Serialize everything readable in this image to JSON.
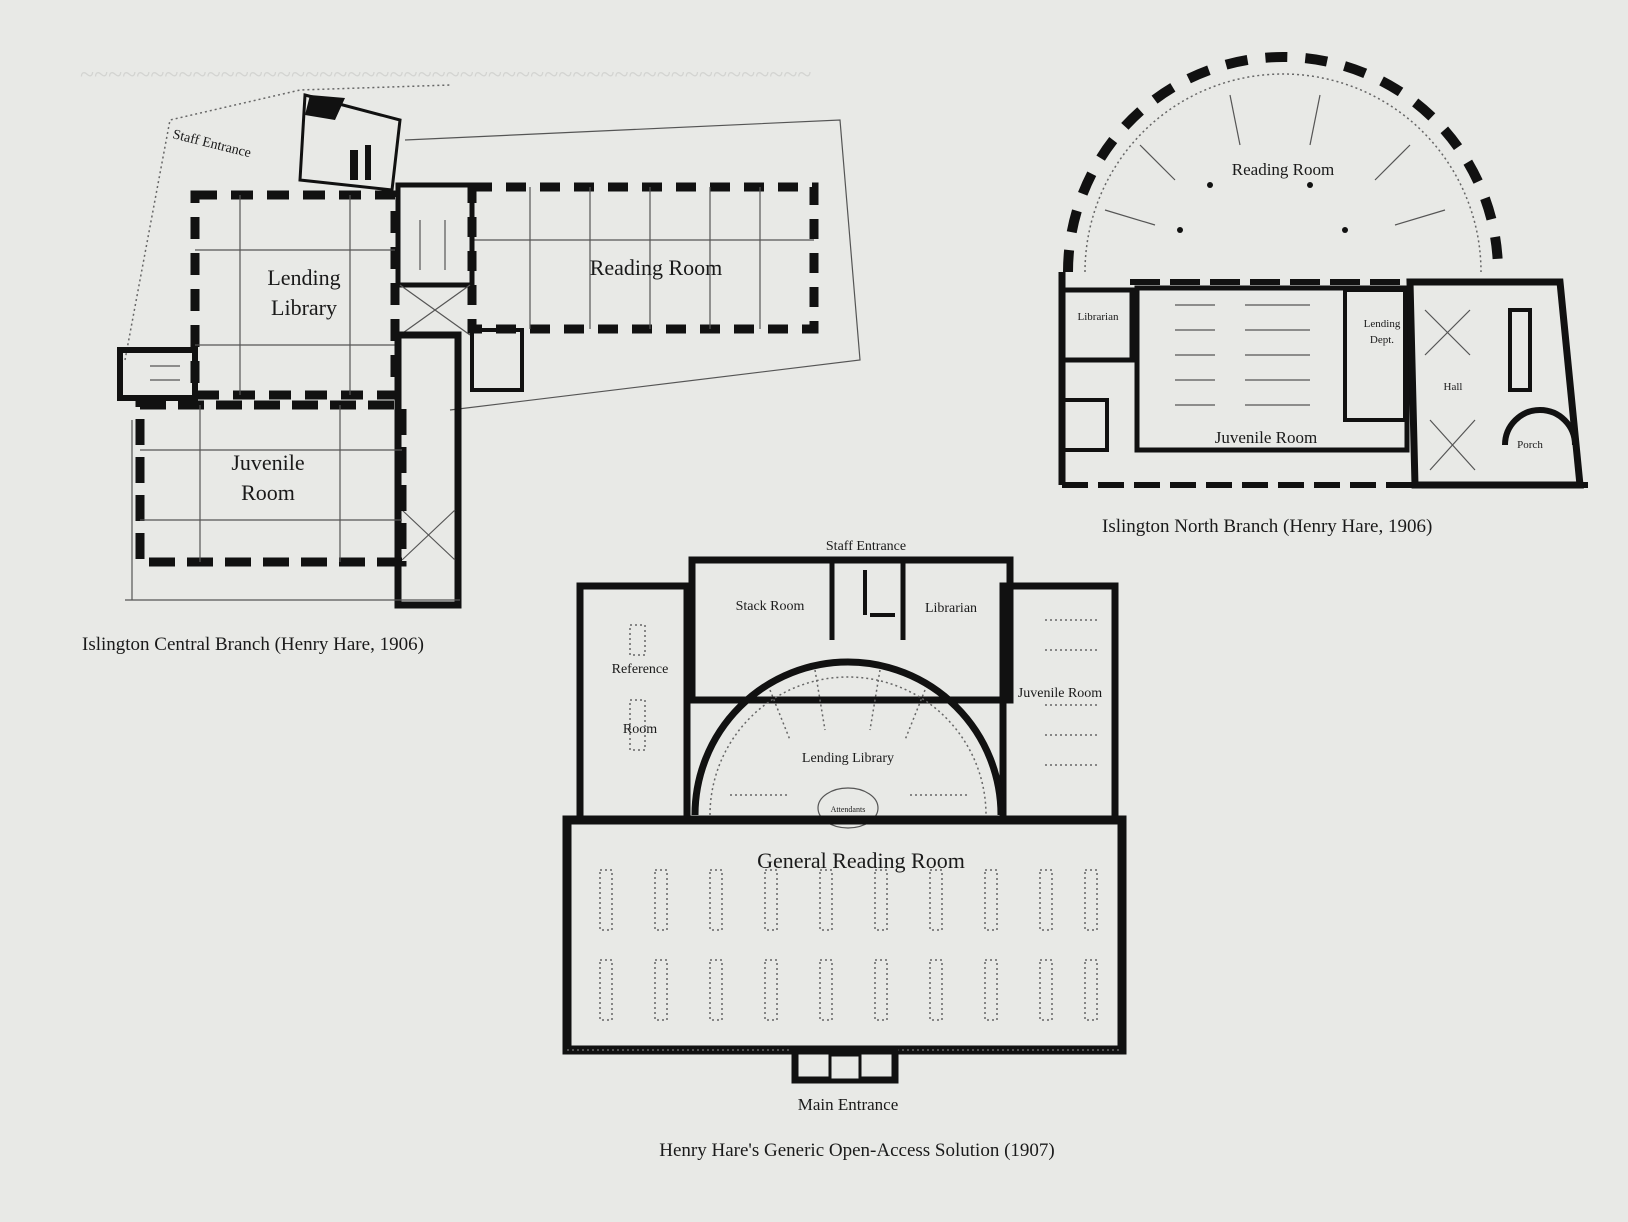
{
  "central": {
    "staff_entrance": "Staff Entrance",
    "lending_library_1": "Lending",
    "lending_library_2": "Library",
    "reading_room": "Reading Room",
    "juvenile_room_1": "Juvenile",
    "juvenile_room_2": "Room",
    "caption": "Islington Central Branch (Henry Hare, 1906)"
  },
  "north": {
    "reading_room": "Reading Room",
    "librarian": "Librarian",
    "lending_dept_1": "Lending",
    "lending_dept_2": "Dept.",
    "hall": "Hall",
    "juvenile_room": "Juvenile Room",
    "porch": "Porch",
    "caption": "Islington North Branch (Henry Hare, 1906)"
  },
  "generic": {
    "staff_entrance": "Staff Entrance",
    "stack_room": "Stack Room",
    "librarian": "Librarian",
    "reference_room_1": "Reference",
    "reference_room_2": "Room",
    "juvenile_room": "Juvenile Room",
    "lending_library": "Lending Library",
    "attendants": "Attendants",
    "general_reading_room": "General Reading Room",
    "main_entrance": "Main Entrance",
    "caption": "Henry Hare's Generic Open-Access Solution (1907)"
  }
}
